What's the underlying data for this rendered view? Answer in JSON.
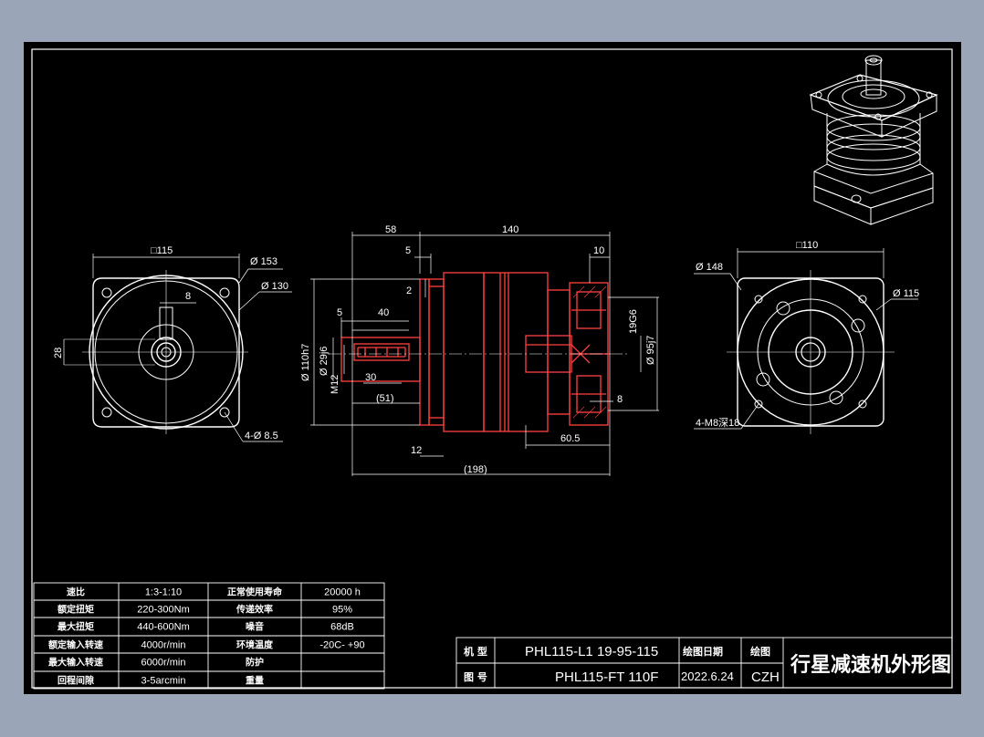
{
  "colors": {
    "background": "#9aa6b8",
    "sheet": "#000000",
    "line": "#ffffff",
    "dimension": "#ffffff",
    "part": "#ff4040"
  },
  "left_view": {
    "square": "□115",
    "d153": "Ø 153",
    "d130": "Ø 130",
    "key": "8",
    "shaft": "28",
    "holes": "4-Ø 8.5"
  },
  "section_view": {
    "dim_58": "58",
    "dim_140": "140",
    "dim_5": "5",
    "dim_10": "10",
    "dim_2": "2",
    "dim_5b": "5",
    "dim_40": "40",
    "dim_30": "30",
    "dim_51": "(51)",
    "dim_110h7": "Ø 110h7",
    "dim_29j6": "Ø 29j6",
    "dim_m12": "M12",
    "dim_19g6": "19G6",
    "dim_95j7": "Ø 95j7",
    "dim_8": "8",
    "dim_60_5": "60.5",
    "dim_12": "12",
    "dim_198": "(198)"
  },
  "right_view": {
    "square": "□110",
    "d148": "Ø 148",
    "d115": "Ø 115",
    "holes": "4-M8深18"
  },
  "spec_table": {
    "rows": [
      {
        "label1": "速比",
        "value1": "1:3-1:10",
        "label2": "正常使用寿命",
        "value2": "20000 h"
      },
      {
        "label1": "额定扭矩",
        "value1": "220-300Nm",
        "label2": "传递效率",
        "value2": "95%"
      },
      {
        "label1": "最大扭矩",
        "value1": "440-600Nm",
        "label2": "噪音",
        "value2": "68dB"
      },
      {
        "label1": "额定输入转速",
        "value1": "4000r/min",
        "label2": "环境温度",
        "value2": "-20C- +90"
      },
      {
        "label1": "最大输入转速",
        "value1": "6000r/min",
        "label2": "防护",
        "value2": ""
      },
      {
        "label1": "回程间隙",
        "value1": "3-5arcmin",
        "label2": "重量",
        "value2": ""
      }
    ]
  },
  "title_block": {
    "model_label": "机 型",
    "model_value": "PHL115-L1 19-95-115",
    "drawing_label": "图 号",
    "drawing_value": "PHL115-FT 110F",
    "date_label": "绘图日期",
    "date_value": "2022.6.24",
    "drawer_label": "绘图",
    "drawer_value": "CZH",
    "title": "行星减速机外形图"
  }
}
